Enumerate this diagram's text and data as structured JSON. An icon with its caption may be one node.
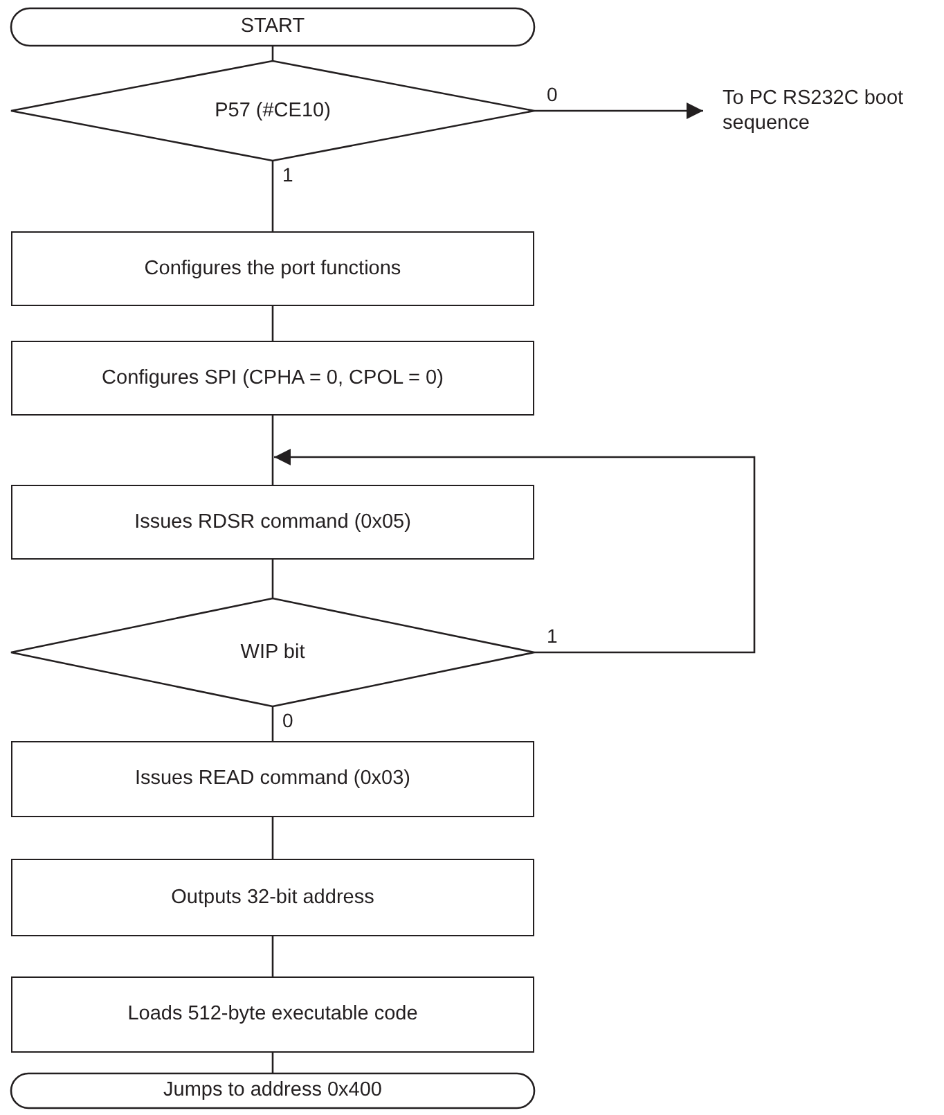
{
  "diagram": {
    "nodes": [
      {
        "text": [
          "START"
        ]
      },
      {
        "text": [
          "P57 (#CE10)"
        ]
      },
      {
        "text": [
          "To PC RS232C boot sequence"
        ]
      },
      {
        "text": [
          "Configures the port functions"
        ]
      },
      {
        "text": [
          "Configures SPI (CPHA = 0, CPOL = 0)"
        ]
      },
      {
        "text": [
          "Issues RDSR command (0x05)"
        ]
      },
      {
        "text": [
          "WIP bit"
        ]
      },
      {
        "text": [
          "Issues READ command (0x03)"
        ]
      },
      {
        "text": [
          "Outputs 32-bit address"
        ]
      },
      {
        "text": [
          "Loads 512-byte executable code"
        ]
      },
      {
        "text": [
          "Jumps to address 0x400"
        ]
      }
    ],
    "edges": [
      {
        "from": 0,
        "to": 1,
        "arrow": "none"
      },
      {
        "from": 1,
        "to": 2,
        "label": "0",
        "arrow": "to"
      },
      {
        "from": 1,
        "to": 3,
        "label": "1",
        "arrow": "none"
      },
      {
        "from": 3,
        "to": 4,
        "arrow": "none"
      },
      {
        "from": 4,
        "to": 5,
        "arrow": "none"
      },
      {
        "from": 5,
        "to": 6,
        "arrow": "none"
      },
      {
        "from": 6,
        "to": 5,
        "label": "1",
        "arrow": "to"
      },
      {
        "from": 6,
        "to": 7,
        "label": "0",
        "arrow": "none"
      },
      {
        "from": 7,
        "to": 8,
        "arrow": "none"
      },
      {
        "from": 8,
        "to": 9,
        "arrow": "none"
      },
      {
        "from": 9,
        "to": 10,
        "arrow": "none"
      }
    ]
  }
}
